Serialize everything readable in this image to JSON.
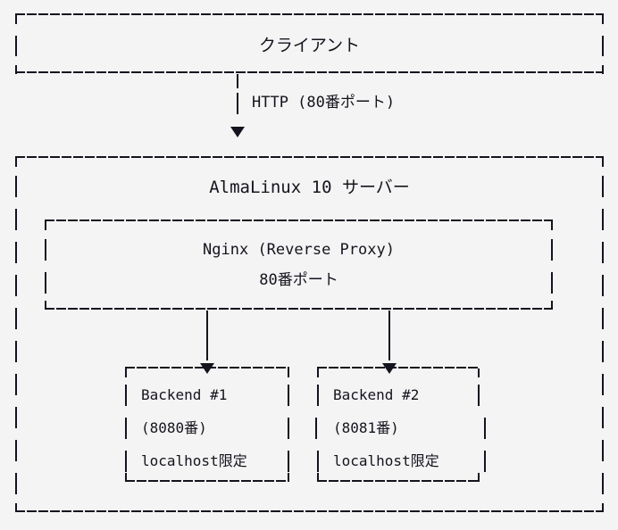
{
  "diagram": {
    "title": "AlmaLinux 10 Nginx reverse proxy architecture",
    "type": "ascii-art-block-diagram",
    "colors": {
      "background": "#f4f4f4",
      "line": "#14141e",
      "text": "#14141e"
    }
  },
  "client_box": {
    "label": "クライアント"
  },
  "connector_client_to_server": {
    "pipe_glyph": "│",
    "label": "HTTP (80番ポート)",
    "arrow_glyph": "▼"
  },
  "server_box": {
    "title": "AlmaLinux 10 サーバー"
  },
  "nginx_box": {
    "line1": "Nginx (Reverse Proxy)",
    "line2": "80番ポート"
  },
  "connector_nginx_to_backends": {
    "arrow_glyph": "▼"
  },
  "backends": [
    {
      "name": "Backend #1",
      "port": "(8080番)",
      "binding": "localhost限定"
    },
    {
      "name": "Backend #2",
      "port": "(8081番)",
      "binding": "localhost限定"
    }
  ]
}
